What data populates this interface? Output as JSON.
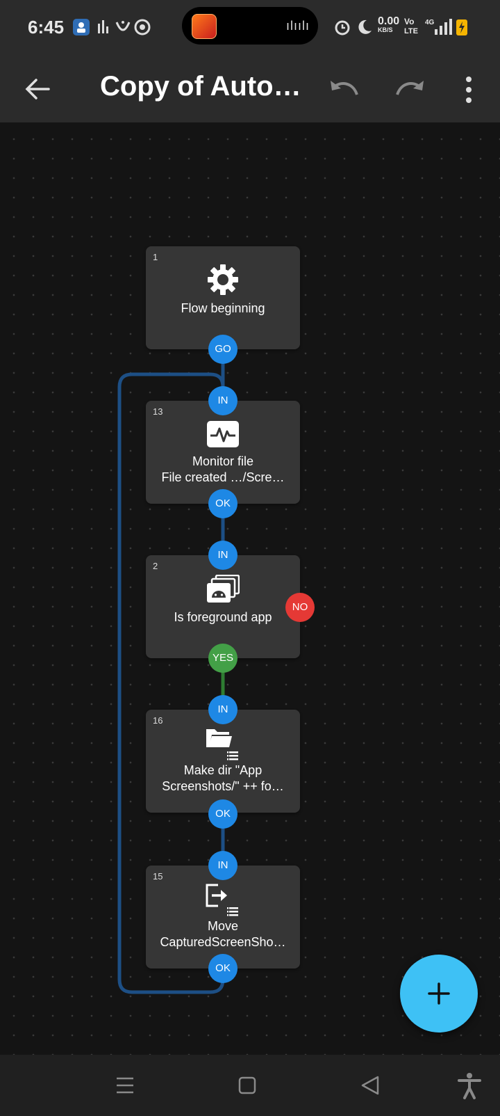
{
  "status_bar": {
    "time": "6:45",
    "net_speed": "0.00",
    "net_unit": "KB/S",
    "volte_top": "Vo",
    "volte_bottom": "LTE",
    "network_type": "4G"
  },
  "toolbar": {
    "title": "Copy of Auto…"
  },
  "nodes": [
    {
      "number": "1",
      "label_line1": "Flow beginning",
      "label_line2": "",
      "icon": "gear-icon"
    },
    {
      "number": "13",
      "label_line1": "Monitor file",
      "label_line2": "File created …/Scre…",
      "icon": "pulse-icon"
    },
    {
      "number": "2",
      "label_line1": "Is foreground app",
      "label_line2": "",
      "icon": "android-windows-icon"
    },
    {
      "number": "16",
      "label_line1": "Make dir \"App",
      "label_line2": "Screenshots/\" ++ fo…",
      "icon": "folder-icon"
    },
    {
      "number": "15",
      "label_line1": "Move",
      "label_line2": "CapturedScreenSho…",
      "icon": "move-file-icon"
    }
  ],
  "ports": {
    "go": "GO",
    "in": "IN",
    "ok": "OK",
    "yes": "YES",
    "no": "NO"
  },
  "colors": {
    "port_blue": "#1e88e5",
    "port_green": "#43a047",
    "port_red": "#e53935",
    "wire_blue": "#1d4f85",
    "fab": "#3ec1f5",
    "node_bg": "#363636"
  }
}
